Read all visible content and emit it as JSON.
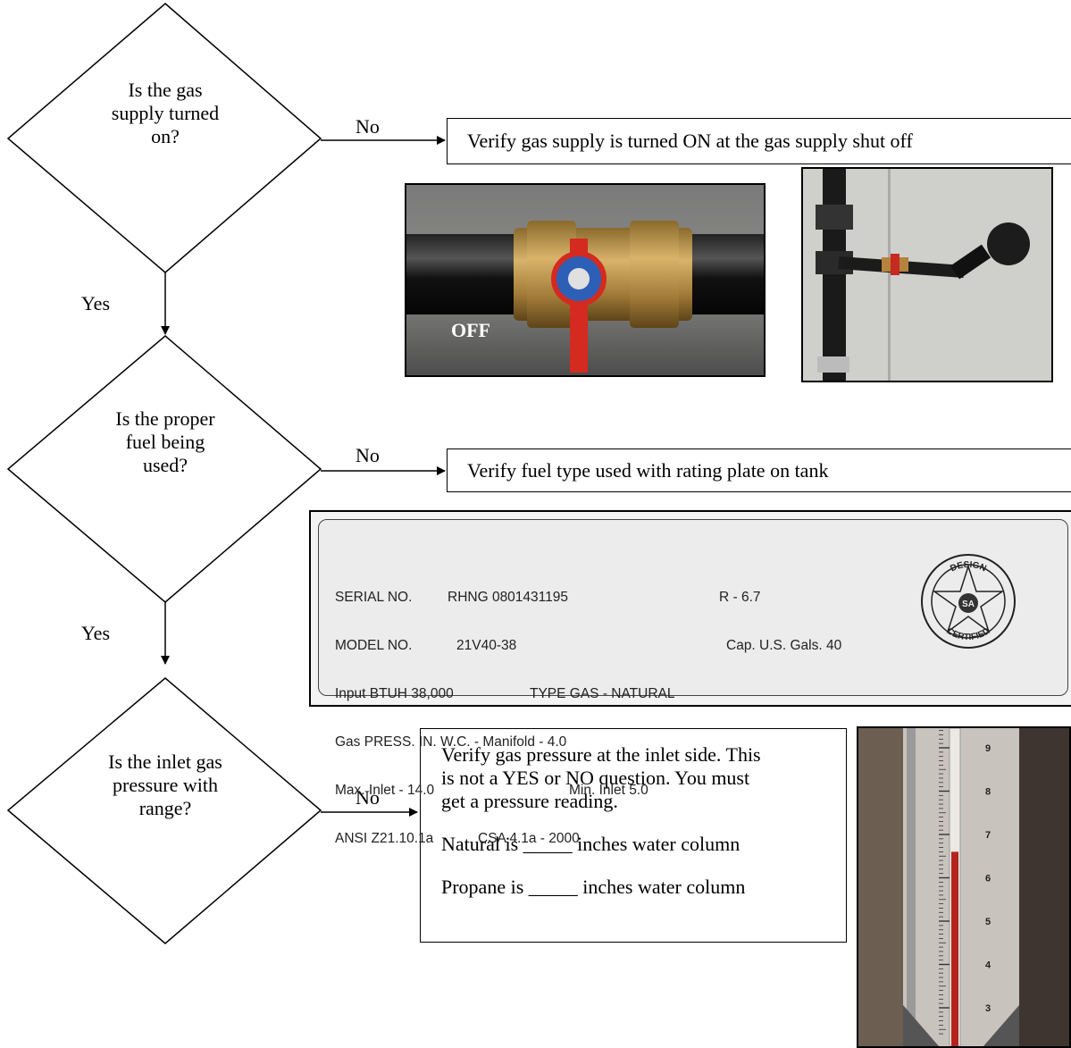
{
  "questions": [
    {
      "text_lines": [
        "Is the gas",
        "supply turned",
        "on?"
      ]
    },
    {
      "text_lines": [
        "Is the proper",
        "fuel being",
        "used?"
      ]
    },
    {
      "text_lines": [
        "Is the inlet gas",
        "pressure with",
        "range?"
      ]
    }
  ],
  "branch_labels": {
    "no": "No",
    "yes": "Yes"
  },
  "actions": {
    "gas_supply": "Verify gas supply is turned ON at the gas supply shut off",
    "fuel_type": "Verify fuel type used with rating plate on tank",
    "pressure": {
      "lines": [
        "Verify gas pressure at the inlet side. This",
        "is not a YES or NO question. You must",
        "get a pressure reading."
      ],
      "natural": "Natural is _____ inches water column",
      "propane": "Propane is _____ inches water column"
    }
  },
  "photos": {
    "valve_label": "OFF"
  },
  "rating_plate": {
    "serial_label": "SERIAL NO.",
    "serial_value": "RHNG  0801431195",
    "r_value": "R - 6.7",
    "model_label": "MODEL NO.",
    "model_value": "21V40-38",
    "capacity": "Cap. U.S. Gals.  40",
    "input": "Input BTUH  38,000",
    "type_gas": "TYPE GAS - NATURAL",
    "gas_press": "Gas PRESS. IN. W.C. - Manifold - 4.0",
    "max_inlet": "Max. Inlet - 14.0",
    "min_inlet": "Min. Inlet 5.0",
    "ansi": "ANSI Z21.10.1a",
    "csa": "CSA 4.1a - 2000",
    "seal_top": "DESIGN",
    "seal_bottom": "CERTIFIED",
    "seal_center": "SA"
  },
  "manometer": {
    "tick_labels": [
      "9",
      "8",
      "7",
      "6",
      "5",
      "4",
      "3"
    ],
    "fluid_level": 6.6
  },
  "colors": {
    "valve_handle": "#d42a1f",
    "brass": "#c19a4a",
    "manometer_fluid": "#b3241d"
  }
}
